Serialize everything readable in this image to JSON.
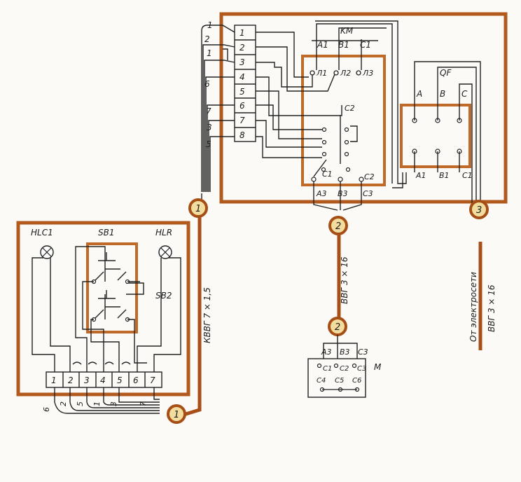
{
  "cabinet_terminals": [
    "1",
    "2",
    "3",
    "4",
    "5",
    "6",
    "7",
    "8"
  ],
  "incoming_wires": [
    "1",
    "2",
    "1",
    "6",
    "7",
    "3",
    "5"
  ],
  "contactor": {
    "label": "KM",
    "top_terminals": [
      "A1",
      "B1",
      "C1"
    ],
    "line_terminals": [
      "Л1",
      "Л2",
      "Л3"
    ],
    "coil": [
      "C2",
      "C1",
      "C2"
    ],
    "bottom_terminals": [
      "A3",
      "B3",
      "C3"
    ]
  },
  "breaker": {
    "label": "QF",
    "top_terminals": [
      "A",
      "B",
      "C"
    ],
    "bottom_terminals": [
      "A1",
      "B1",
      "C1"
    ]
  },
  "panel": {
    "lamp_left": "HLC1",
    "lamp_right": "HLR",
    "button1": "SB1",
    "button2": "SB2",
    "terminals": [
      "1",
      "2",
      "3",
      "4",
      "5",
      "6",
      "7"
    ],
    "wire_numbers": [
      "6",
      "2",
      "5",
      "1",
      "3",
      "7"
    ]
  },
  "cables": {
    "c1": {
      "number": "1",
      "spec": "КВВГ 7 × 1,5"
    },
    "c2": {
      "number": "2",
      "spec": "ВВГ 3 × 16"
    },
    "c3": {
      "number": "3",
      "spec": "ВВГ 3 × 16",
      "note": "От электросети"
    }
  },
  "motor": {
    "label": "M",
    "top_terminals": [
      "A3",
      "B3",
      "C3"
    ],
    "winding_start": [
      "C1",
      "C2",
      "C3"
    ],
    "winding_end": [
      "C4",
      "C5",
      "C6"
    ]
  }
}
